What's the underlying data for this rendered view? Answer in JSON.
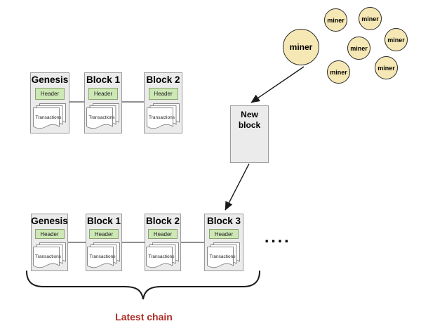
{
  "colors": {
    "bg": "#ffffff",
    "block_fill": "#ebebeb",
    "block_border": "#9a9a9a",
    "header_fill": "#cde8b5",
    "header_border": "#8ca36e",
    "miner_fill": "#f6e8b4",
    "miner_border": "#2a2a2a",
    "page_fill": "#ffffff",
    "page_border": "#8a8a8a",
    "connector": "#4d4d4d",
    "arrow": "#1a1a1a",
    "label_red": "#ad2b25"
  },
  "top_chain": {
    "blocks": [
      {
        "title": "Genesis",
        "header": "Header",
        "transactions": "Transactions"
      },
      {
        "title": "Block 1",
        "header": "Header",
        "transactions": "Transactions"
      },
      {
        "title": "Block 2",
        "header": "Header",
        "transactions": "Transactions"
      }
    ]
  },
  "new_block": {
    "label": "New block"
  },
  "miners": {
    "large": "miner",
    "small": [
      "miner",
      "miner",
      "miner",
      "miner",
      "miner",
      "miner"
    ]
  },
  "bottom_chain": {
    "blocks": [
      {
        "title": "Genesis",
        "header": "Header",
        "transactions": "Transactions"
      },
      {
        "title": "Block 1",
        "header": "Header",
        "transactions": "Transactions"
      },
      {
        "title": "Block 2",
        "header": "Header",
        "transactions": "Transactions"
      },
      {
        "title": "Block 3",
        "header": "Header",
        "transactions": "Transactions"
      }
    ],
    "ellipsis": "...."
  },
  "latest_chain_label": "Latest chain"
}
